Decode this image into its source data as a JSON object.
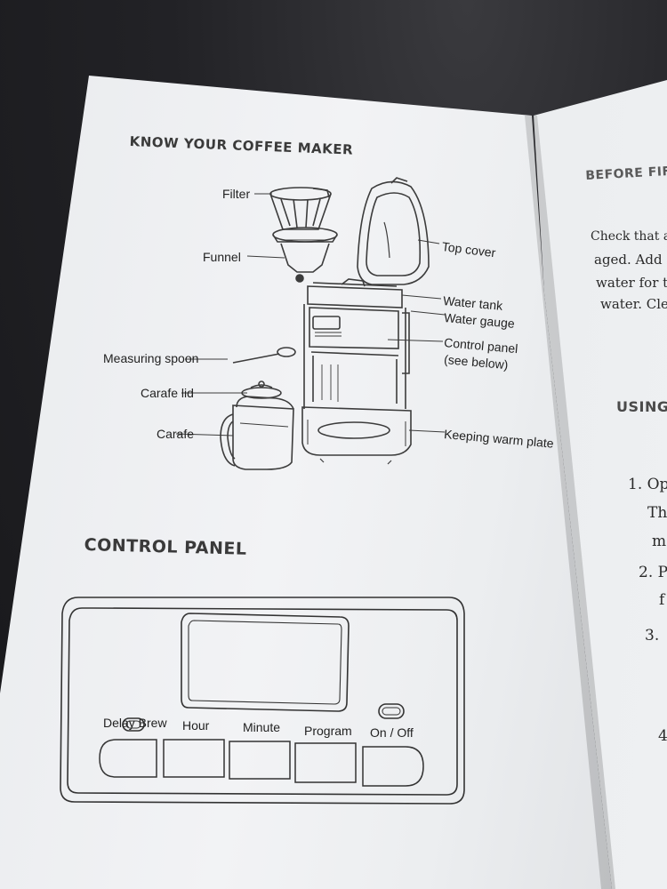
{
  "left_page": {
    "heading_know": "KNOW YOUR COFFEE MAKER",
    "labels": {
      "filter": "Filter",
      "funnel": "Funnel",
      "top_cover": "Top cover",
      "water_tank": "Water tank",
      "water_gauge": "Water gauge",
      "control_panel": "Control panel",
      "see_below": "(see below)",
      "measuring_spoon": "Measuring spoon",
      "carafe_lid": "Carafe lid",
      "carafe": "Carafe",
      "keeping_warm_plate": "Keeping warm plate"
    },
    "heading_control": "CONTROL PANEL",
    "panel_buttons": [
      "Delay Brew",
      "Hour",
      "Minute",
      "Program",
      "On / Off"
    ]
  },
  "right_page": {
    "heading_before": "BEFORE FIF",
    "lines": [
      "Check that a",
      "aged. Add",
      "water for t",
      "water. Cle"
    ],
    "heading_using": "USING",
    "steps": [
      "1. Op",
      "Th",
      "m",
      "2. P",
      "f",
      "3. ",
      "4"
    ]
  },
  "colors": {
    "ink": "#2a2a2a",
    "paper": "#eff0f2",
    "background": "#1f1f22"
  }
}
